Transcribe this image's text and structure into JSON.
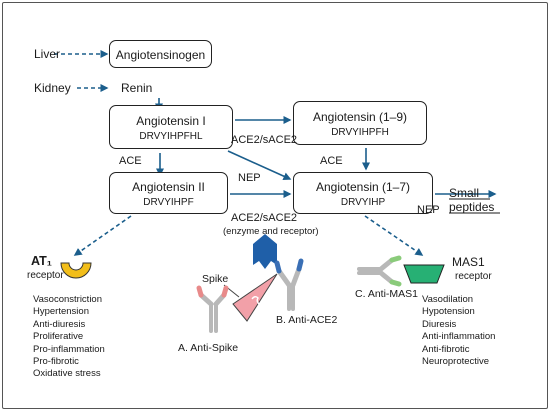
{
  "sources": {
    "liver": "Liver",
    "kidney": "Kidney"
  },
  "nodes": {
    "angiotensinogen": "Angiotensinogen",
    "renin": "Renin",
    "ang1": {
      "name": "Angiotensin I",
      "seq": "DRVYIHPFHL"
    },
    "ang2": {
      "name": "Angiotensin II",
      "seq": "DRVYIHPF"
    },
    "ang19": {
      "name": "Angiotensin (1–9)",
      "seq": "DRVYIHPFH"
    },
    "ang17": {
      "name": "Angiotensin (1–7)",
      "seq": "DRVYIHP"
    }
  },
  "enzymes": {
    "ace_left": "ACE",
    "ace2_top": "ACE2/sACE2",
    "ace_right": "ACE",
    "nep_mid": "NEP",
    "nep_right": "NEP",
    "ace2_receptor_line1": "ACE2/sACE2",
    "ace2_receptor_line2": "(enzyme and receptor)"
  },
  "products": {
    "small_peptides_line1": "Small",
    "small_peptides_line2": "peptides"
  },
  "receptors": {
    "at1": {
      "name": "AT₁",
      "sub": "receptor",
      "color": "#F2BE1A"
    },
    "mas1": {
      "name": "MAS1",
      "sub": "receptor",
      "color": "#27B074"
    }
  },
  "antibodies": {
    "spike": "Spike",
    "anti_spike": "A. Anti-Spike",
    "anti_ace2": "B. Anti-ACE2",
    "anti_mas1": "C. Anti-MAS1"
  },
  "effects": {
    "at1": [
      "Vasoconstriction",
      "Hypertension",
      "Anti-diuresis",
      "Proliferative",
      "Pro-inflammation",
      "Pro-fibrotic",
      "Oxidative stress"
    ],
    "mas1": [
      "Vasodilation",
      "Hypotension",
      "Diuresis",
      "Anti-inflammation",
      "Anti-fibrotic",
      "Neuroprotective"
    ]
  },
  "colors": {
    "arrow": "#1B5E8C",
    "ace2_receptor": "#1F5FA8",
    "spike": "#F2A0A8",
    "antibody_gray": "#B8B8B8",
    "anti_spike_tip": "#E88A8A",
    "anti_ace2_tip": "#3A6FB5",
    "anti_mas1_tip": "#8ACB7A"
  }
}
